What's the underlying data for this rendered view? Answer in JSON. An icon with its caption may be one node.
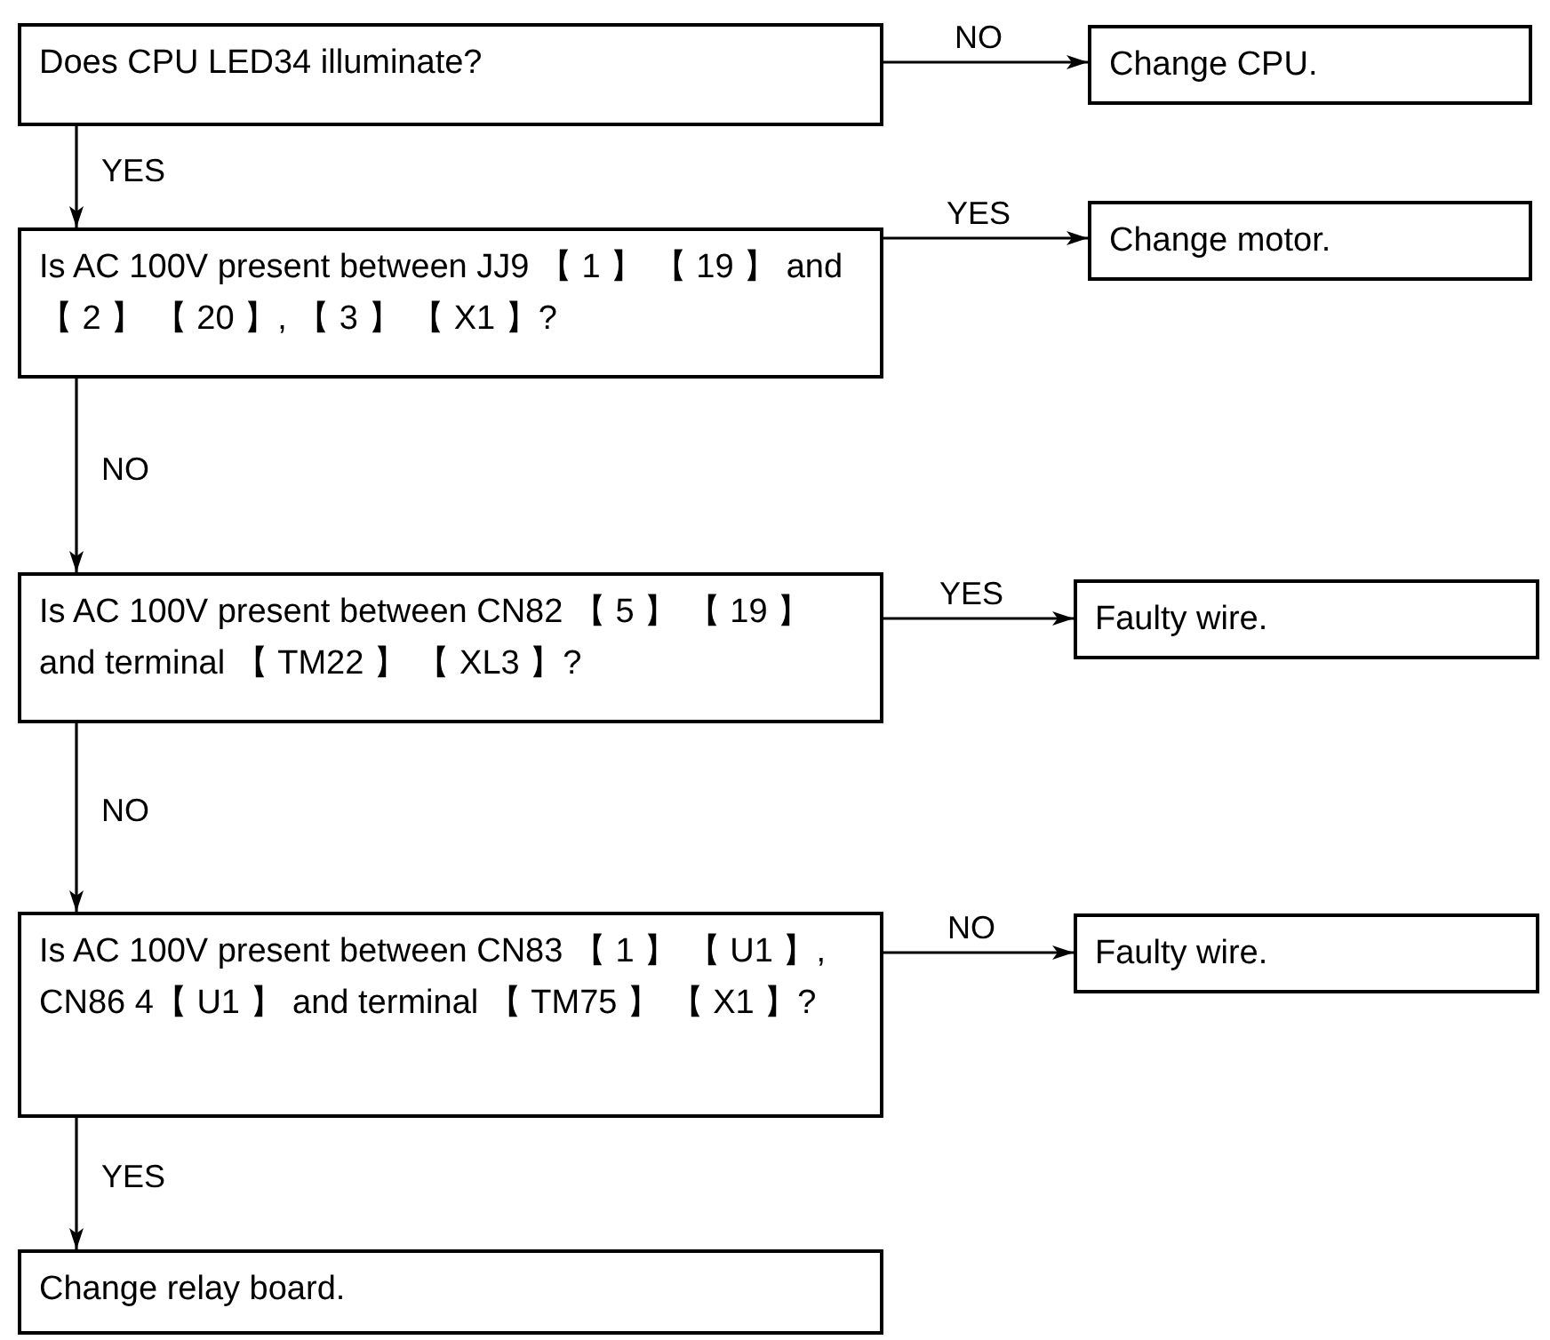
{
  "diagram": {
    "nodes": [
      {
        "text": [
          "Does CPU LED34 illuminate?"
        ]
      },
      {
        "text": [
          "Change CPU."
        ]
      },
      {
        "text": [
          "Is AC 100V present between JJ9 【 1 】 【 19 】 and 【 2 】 【 20 】, 【 3 】 【 X1 】?"
        ]
      },
      {
        "text": [
          "Change motor."
        ]
      },
      {
        "text": [
          "Is AC 100V present between CN82 【 5 】 【 19 】 and terminal 【 TM22 】 【 XL3 】?"
        ]
      },
      {
        "text": [
          "Faulty wire."
        ]
      },
      {
        "text": [
          "Is AC 100V present between CN83 【 1 】 【 U1 】, CN86 4【 U1 】 and terminal 【 TM75 】 【 X1 】?"
        ]
      },
      {
        "text": [
          "Faulty wire."
        ]
      },
      {
        "text": [
          "Change relay board."
        ]
      }
    ],
    "edges": [
      {
        "from": 0,
        "to": 1,
        "arrow": "to",
        "label": "NO"
      },
      {
        "from": 0,
        "to": 2,
        "arrow": "to",
        "label": "YES"
      },
      {
        "from": 2,
        "to": 3,
        "arrow": "to",
        "label": "YES"
      },
      {
        "from": 2,
        "to": 4,
        "arrow": "to",
        "label": "NO"
      },
      {
        "from": 4,
        "to": 5,
        "arrow": "to",
        "label": "YES"
      },
      {
        "from": 4,
        "to": 6,
        "arrow": "to",
        "label": "NO"
      },
      {
        "from": 6,
        "to": 7,
        "arrow": "to",
        "label": "NO"
      },
      {
        "from": 6,
        "to": 8,
        "arrow": "to",
        "label": "YES"
      }
    ]
  }
}
